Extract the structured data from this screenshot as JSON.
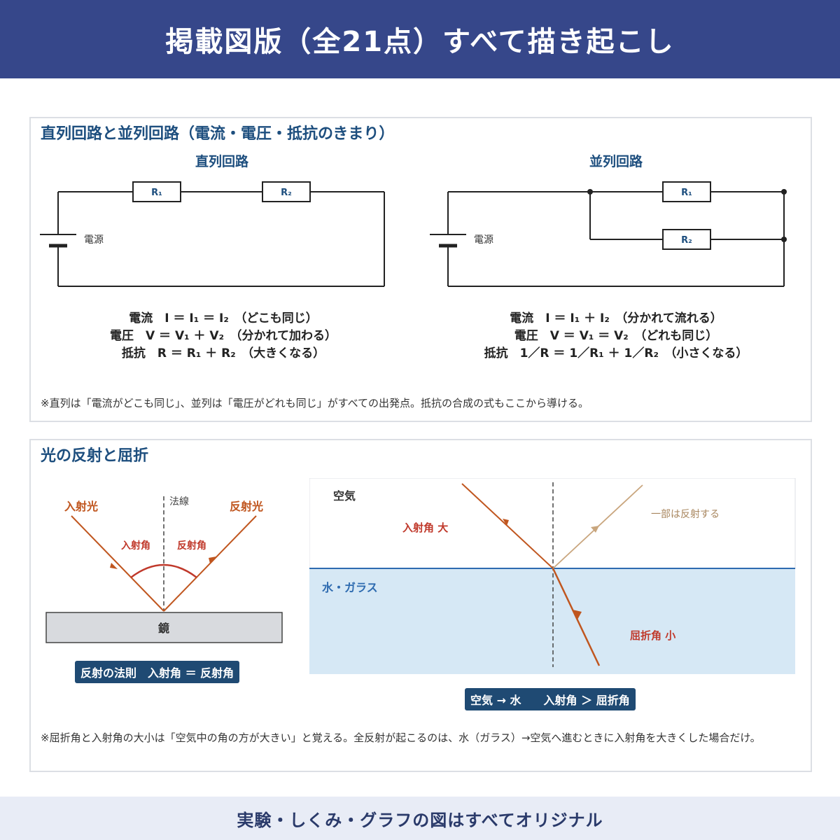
{
  "header": {
    "title": "掲載図版（全21点）すべて描き起こし"
  },
  "footer": {
    "text": "実験・しくみ・グラフの図はすべてオリジナル"
  },
  "circuits": {
    "title": "直列回路と並列回路（電流・電圧・抵抗のきまり）",
    "series": {
      "title": "直列回路",
      "r1": "R₁",
      "r2": "R₂",
      "source": "電源",
      "formulas": [
        "電流　I ＝ I₁ ＝ I₂　（どこも同じ）",
        "電圧　V ＝ V₁ ＋ V₂　（分かれて加わる）",
        "抵抗　R ＝ R₁ ＋ R₂　（大きくなる）"
      ]
    },
    "parallel": {
      "title": "並列回路",
      "r1": "R₁",
      "r2": "R₂",
      "source": "電源",
      "formulas": [
        "電流　I ＝ I₁ ＋ I₂　（分かれて流れる）",
        "電圧　V ＝ V₁ ＝ V₂　（どれも同じ）",
        "抵抗　1／R ＝ 1／R₁ ＋ 1／R₂　（小さくなる）"
      ]
    },
    "note": "※直列は「電流がどこも同じ」、並列は「電圧がどれも同じ」がすべての出発点。抵抗の合成の式もここから導ける。"
  },
  "light": {
    "title": "光の反射と屈折",
    "reflection": {
      "incident_ray": "入射光",
      "normal": "法線",
      "reflected_ray": "反射光",
      "incident_angle": "入射角",
      "reflection_angle": "反射角",
      "mirror": "鏡",
      "law": "反射の法則　入射角 ＝ 反射角"
    },
    "refraction": {
      "air": "空気",
      "incident_large": "入射角 大",
      "partial_reflection": "一部は反射する",
      "water_glass": "水・ガラス",
      "refraction_small": "屈折角 小",
      "rule": "空気 → 水　　入射角 ＞ 屈折角"
    },
    "note": "※屈折角と入射角の大小は「空気中の角の方が大きい」と覚える。全反射が起こるのは、水（ガラス）→空気へ進むときに入射角を大きくした場合だけ。"
  },
  "colors": {
    "header_bg": "#36478a",
    "title_blue": "#1d4e7e",
    "ray_orange": "#c0561f",
    "angle_red": "#c0392b",
    "water_blue": "#d6e8f5",
    "surface_line": "#2e6bb0"
  }
}
